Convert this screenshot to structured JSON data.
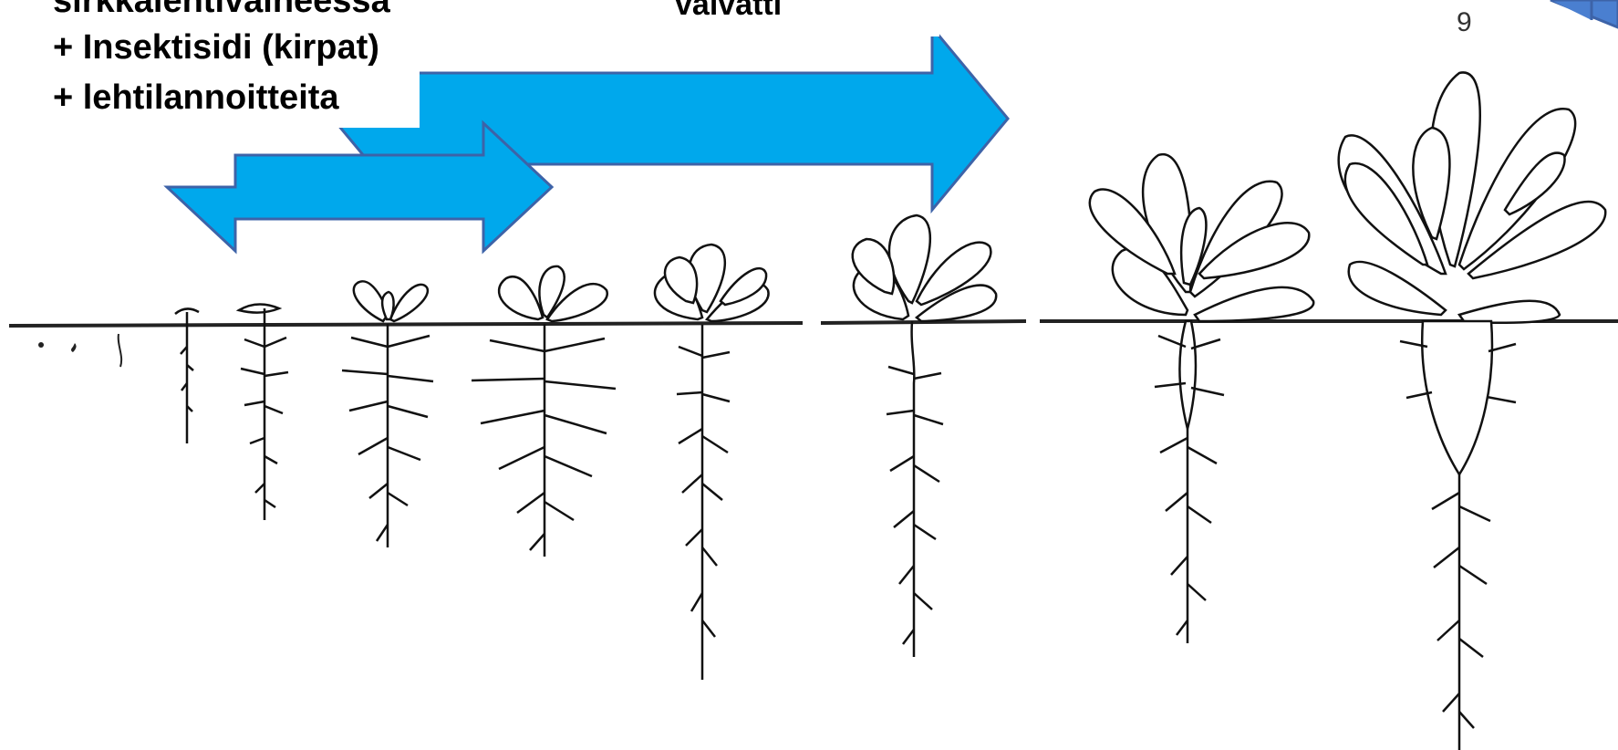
{
  "left_text": {
    "line1": "sirkkalehtivaiheessa",
    "line2": "+ Insektisidi (kirpat)",
    "line3": "+ lehtilannoitteita"
  },
  "center_text": "valvatti",
  "stage_number": "9",
  "colors": {
    "arrow_fill": "#00a8ec",
    "arrow_stroke": "#3d63a8",
    "ink": "#111111",
    "background": "#ffffff"
  }
}
